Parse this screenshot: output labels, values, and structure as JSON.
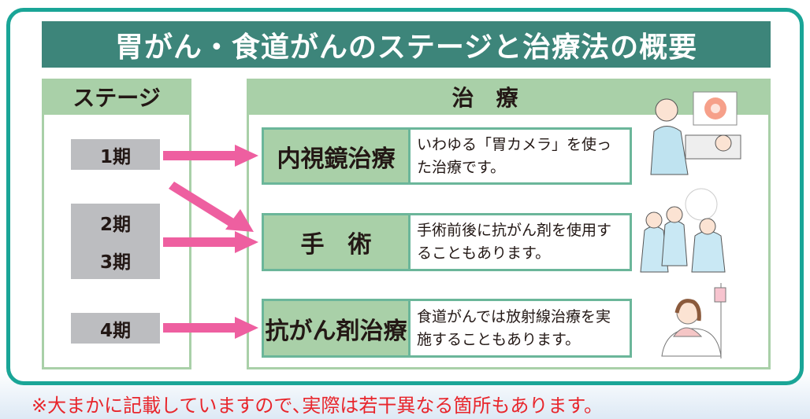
{
  "title": "胃がん・食道がんのステージと治療法の概要",
  "stage_header": "ステージ",
  "treatment_header": "治　療",
  "stages": [
    "1期",
    "2期",
    "3期",
    "4期"
  ],
  "treatments": [
    {
      "label": "内視鏡治療",
      "description": "いわゆる「胃カメラ」を使った治療です。"
    },
    {
      "label": "手　術",
      "description": "手術前後に抗がん剤を使用することもあります。"
    },
    {
      "label": "抗がん剤治療",
      "description": "食道がんでは放射線治療を実施することもあります。"
    }
  ],
  "note": "※大まかに記載していますので､実際は若干異なる箇所もあります。",
  "colors": {
    "teal": "#1aa597",
    "title_bg": "#3d857a",
    "green": "#a9d0a8",
    "arrow": "#ee5fa0",
    "note": "#e8262c"
  }
}
